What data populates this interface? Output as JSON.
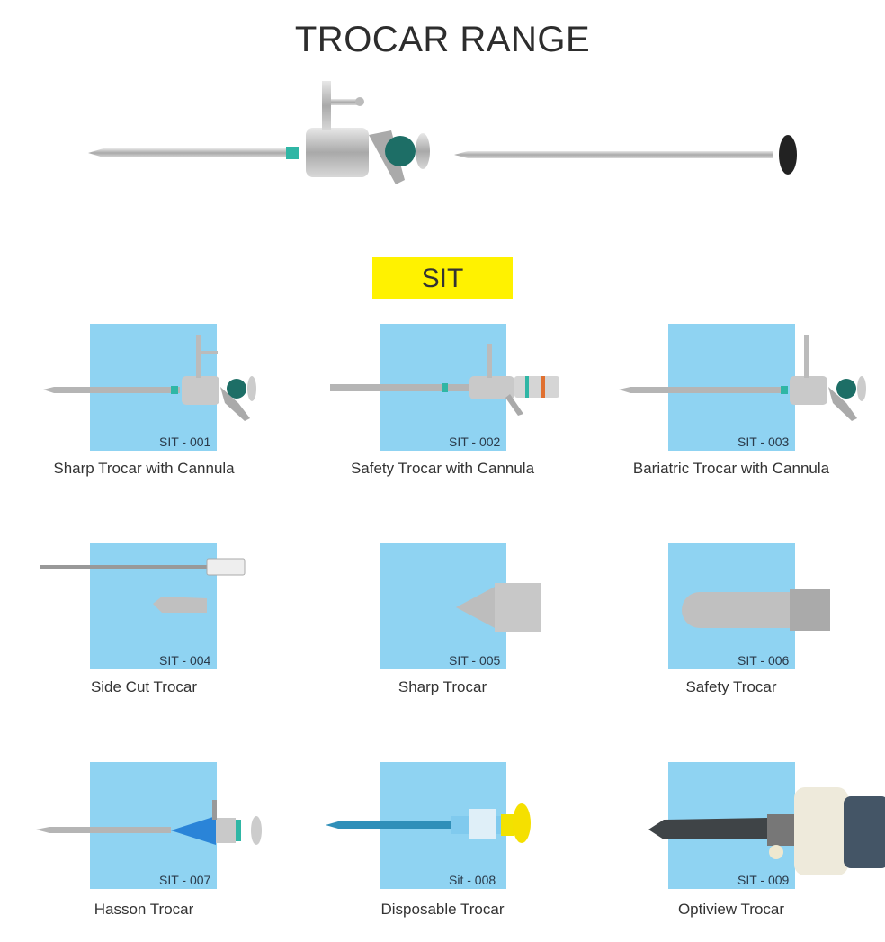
{
  "page": {
    "title": "TROCAR RANGE",
    "section_badge": "SIT"
  },
  "colors": {
    "square_bg": "#8fd3f2",
    "badge_bg": "#fff200"
  },
  "products": [
    {
      "code": "SIT - 001",
      "name": "Sharp Trocar with Cannula",
      "icon": "trocar-cannula-icon"
    },
    {
      "code": "SIT - 002",
      "name": "Safety Trocar with Cannula",
      "icon": "safety-trocar-cannula-icon"
    },
    {
      "code": "SIT - 003",
      "name": "Bariatric Trocar with Cannula",
      "icon": "bariatric-trocar-icon"
    },
    {
      "code": "SIT - 004",
      "name": "Side Cut Trocar",
      "icon": "side-cut-trocar-icon"
    },
    {
      "code": "SIT - 005",
      "name": "Sharp Trocar",
      "icon": "sharp-tip-icon"
    },
    {
      "code": "SIT - 006",
      "name": "Safety Trocar",
      "icon": "safety-tip-icon"
    },
    {
      "code": "SIT - 007",
      "name": "Hasson Trocar",
      "icon": "hasson-trocar-icon"
    },
    {
      "code": "Sit - 008",
      "name": "Disposable Trocar",
      "icon": "disposable-trocar-icon"
    },
    {
      "code": "SIT - 009",
      "name": "Optiview Trocar",
      "icon": "optiview-trocar-icon"
    }
  ]
}
